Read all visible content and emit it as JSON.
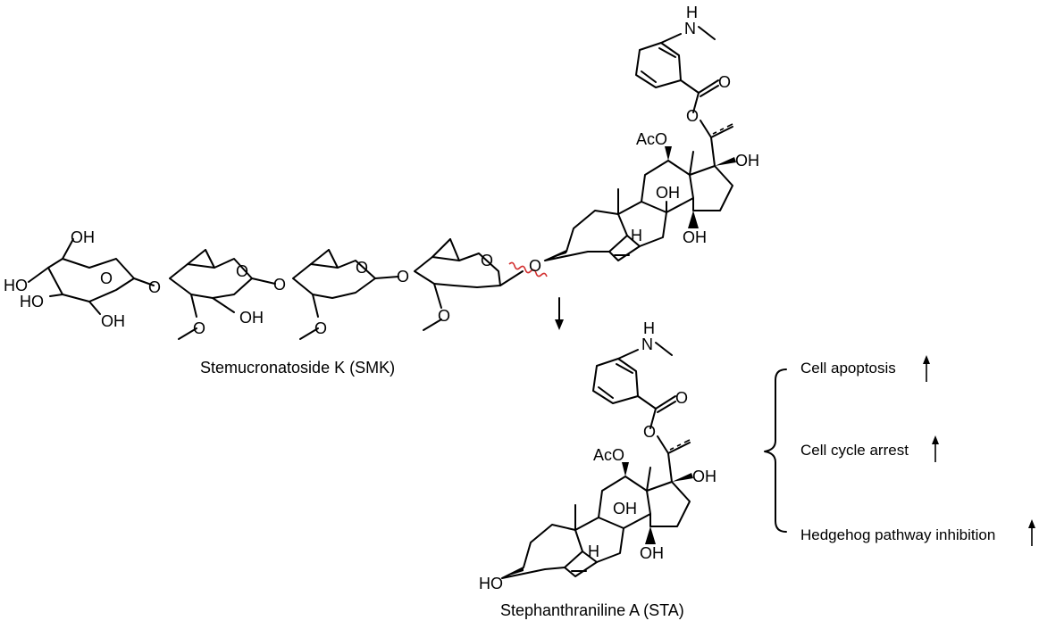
{
  "compounds": {
    "smk": {
      "name": "Stemucronatoside K (SMK)"
    },
    "sta": {
      "name": "Stephanthraniline A (STA)"
    }
  },
  "atom_labels": {
    "n_h": "H",
    "n": "N",
    "o_carbonyl": "O",
    "o_ester": "O",
    "aco": "AcO",
    "oh": "OH",
    "ring_h": "H",
    "ho": "HO",
    "o": "O"
  },
  "effects": [
    {
      "label": "Cell apoptosis",
      "direction": "up"
    },
    {
      "label": "Cell cycle arrest",
      "direction": "up"
    },
    {
      "label": "Hedgehog pathway inhibition",
      "direction": "up"
    }
  ],
  "colors": {
    "cleavage_bond": "#d32f2f",
    "ink": "#000000"
  }
}
